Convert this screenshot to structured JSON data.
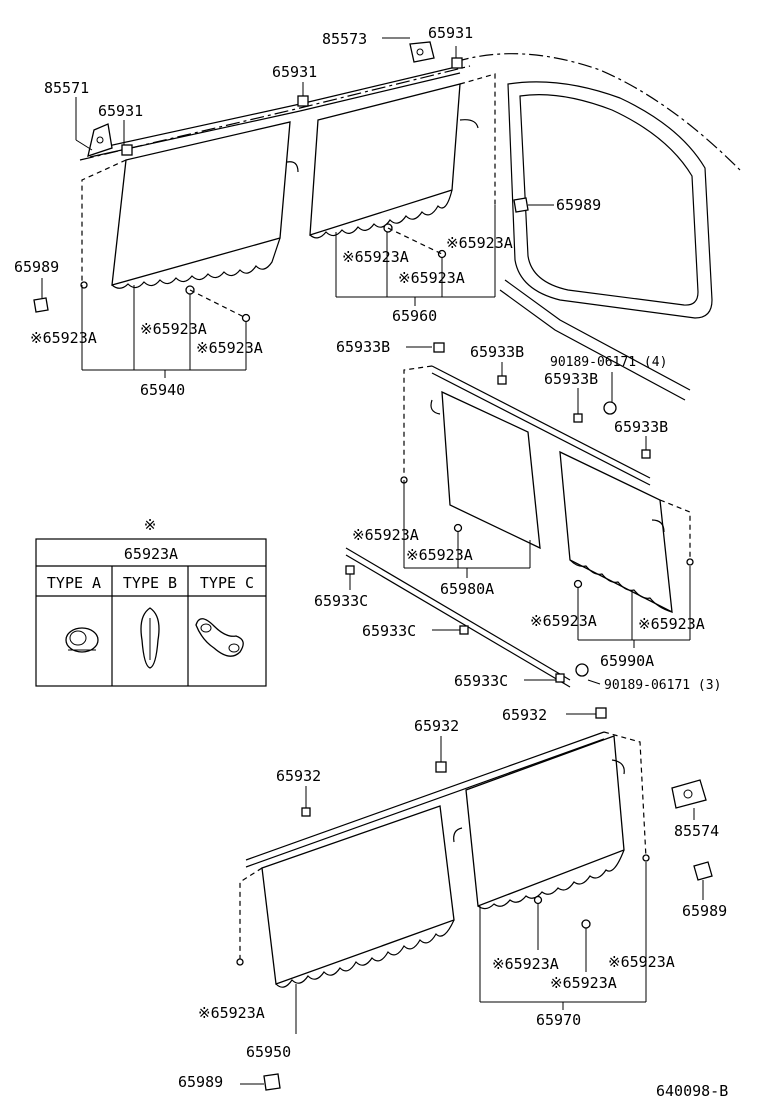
{
  "diagram": {
    "code": "640098-B",
    "labels": {
      "p85573": "85573",
      "p65931_top": "65931",
      "p85571": "85571",
      "p65931_mid": "65931",
      "p65931_left": "65931",
      "p65989_right": "65989",
      "p65989_left": "65989",
      "p65923A_u1": "※65923A",
      "p65923A_u2": "※65923A",
      "p65923A_u3": "※65923A",
      "p65960": "65960",
      "p65923A_l1": "※65923A",
      "p65923A_l2": "※65923A",
      "p65923A_l3": "※65923A",
      "p65940": "65940",
      "p65933B_1": "65933B",
      "p65933B_2": "65933B",
      "p90189_4": "90189-06171 (4)",
      "p65933B_3": "65933B",
      "p65933B_4": "65933B",
      "p65923A_m1": "※65923A",
      "p65923A_m2": "※65923A",
      "p65980A": "65980A",
      "p65933C_1": "65933C",
      "p65933C_2": "65933C",
      "p65923A_m3": "※65923A",
      "p65923A_m4": "※65923A",
      "p65990A": "65990A",
      "p65933C_3": "65933C",
      "p90189_3": "90189-06171 (3)",
      "p65932_1": "65932",
      "p65932_2": "65932",
      "p65932_3": "65932",
      "p85574": "85574",
      "p65989_b1": "65989",
      "p65923A_b1": "※65923A",
      "p65923A_b2": "※65923A",
      "p65923A_b3": "※65923A",
      "p65970": "65970",
      "p65923A_b4": "※65923A",
      "p65950": "65950",
      "p65989_b2": "65989"
    },
    "legend": {
      "mark": "※",
      "part": "65923A",
      "types": [
        "TYPE A",
        "TYPE B",
        "TYPE C"
      ]
    }
  }
}
